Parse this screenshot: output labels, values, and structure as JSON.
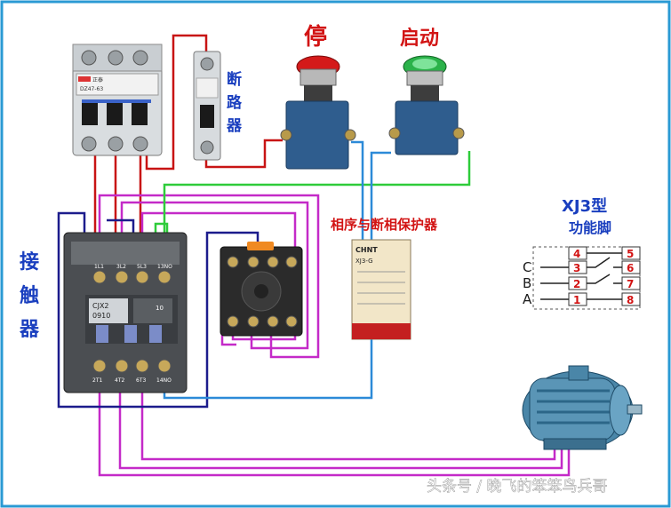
{
  "labels": {
    "stop": "停",
    "start": "启动",
    "breaker_vertical": [
      "断",
      "路",
      "器"
    ],
    "contactor_vertical": [
      "接",
      "触",
      "器"
    ],
    "phase_relay": "相序与断相保护器",
    "xj3_title_line1": "XJ3型",
    "xj3_title_line2": "功能脚",
    "watermark": "头条号 / 晚飞的笨笨鸟兵哥"
  },
  "xj3": {
    "pins_left": [
      "4",
      "3",
      "2",
      "1"
    ],
    "pins_right": [
      "5",
      "6",
      "7",
      "8"
    ],
    "letters": [
      "C",
      "B",
      "A"
    ]
  },
  "devices": {
    "breaker_brand": "正泰",
    "breaker_model": "DZ47-63",
    "contactor_model": "CJX2",
    "contactor_sub": "0910",
    "contactor_aux": "10",
    "relay_brand": "CHNT",
    "relay_model": "XJ3-G",
    "contactor_top_terminals": [
      "1L1",
      "3L2",
      "5L3",
      "13NO"
    ],
    "contactor_bottom_terminals": [
      "2T1",
      "4T2",
      "6T3",
      "14NO"
    ]
  },
  "colors": {
    "red_wire": "#c81414",
    "magenta_wire": "#c42ac8",
    "navy_wire": "#1c1c8c",
    "green_wire": "#2ecc3a",
    "sky_wire": "#2c8ad8",
    "frame": "#2a9ad4"
  }
}
